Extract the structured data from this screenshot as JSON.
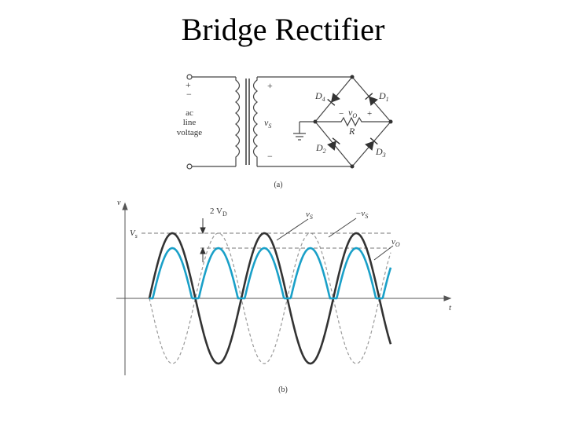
{
  "title": "Bridge Rectifier",
  "circuit": {
    "caption": "(a)",
    "source": {
      "plus": "+",
      "minus": "−",
      "label_line1": "ac",
      "label_line2": "line",
      "label_line3": "voltage"
    },
    "secondary": {
      "plus": "+",
      "minus": "−",
      "label": "v",
      "label_sub": "S"
    },
    "diodes": {
      "d1": "D",
      "d1_sub": "1",
      "d2": "D",
      "d2_sub": "2",
      "d3": "D",
      "d3_sub": "3",
      "d4": "D",
      "d4_sub": "4"
    },
    "load": {
      "label": "R",
      "vo": "v",
      "vo_sub": "O",
      "vo_minus": "−",
      "vo_plus": "+"
    }
  },
  "waveform": {
    "caption": "(b)",
    "v_axis": "v",
    "t_axis": "t",
    "vs_label": "V",
    "vs_sub": "s",
    "drop_label": "2 V",
    "drop_sub": "D",
    "series_vs": "v",
    "series_vs_sub": "S",
    "series_neg_vs": "−v",
    "series_neg_vs_sub": "S",
    "series_vo": "v",
    "series_vo_sub": "O",
    "colors": {
      "vs": "#333333",
      "neg_vs": "#999999",
      "vo": "#1aa0c8"
    }
  }
}
